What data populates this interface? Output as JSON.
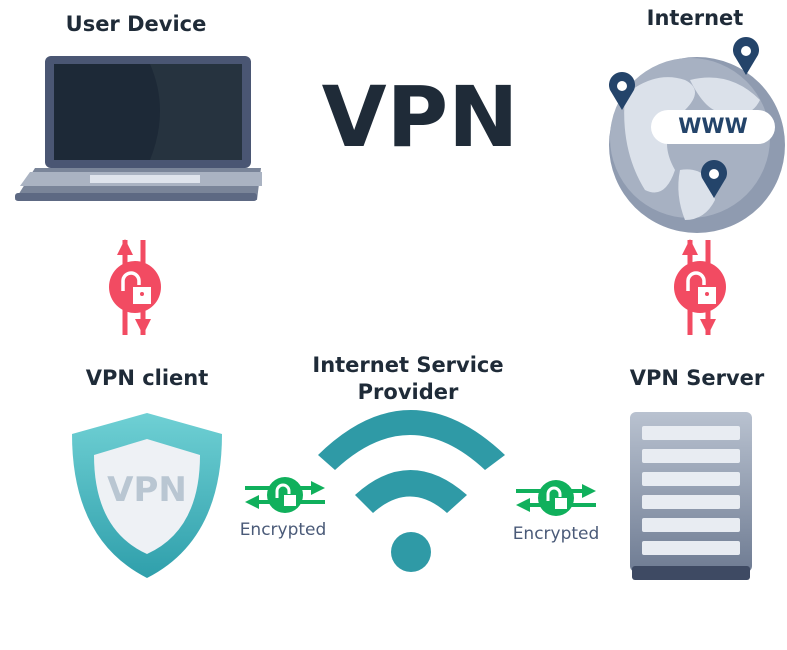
{
  "title": "VPN",
  "nodes": {
    "user_device": "User Device",
    "internet": "Internet",
    "www": "WWW",
    "vpn_client": "VPN client",
    "shield_text": "VPN",
    "isp_line1": "Internet Service",
    "isp_line2": "Provider",
    "vpn_server": "VPN Server"
  },
  "links": {
    "client_isp": "Encrypted",
    "isp_server": "Encrypted"
  },
  "colors": {
    "text": "#1f2b38",
    "unencrypted": "#f24b62",
    "encrypted": "#10b05c",
    "teal": "#3aaab4",
    "globe": "#9aa6b8",
    "pin": "#24446a"
  }
}
